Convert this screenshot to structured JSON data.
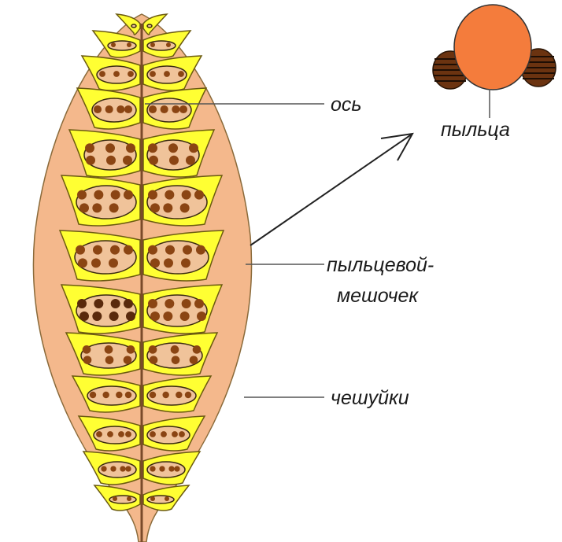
{
  "labels": {
    "axis": "ось",
    "pollen": "пыльца",
    "pollen_sac_line1": "пыльцевой-",
    "pollen_sac_line2": "мешочек",
    "scales": "чешуйки"
  },
  "colors": {
    "cone_body": "#f4b88c",
    "scale_fill": "#ffff33",
    "scale_outline": "#6b5a10",
    "sac_fill": "#f0c39a",
    "spore": "#8b4513",
    "spore_dark": "#5a2a0c",
    "axis": "#7a4a2a",
    "pollen_body": "#f47c3c",
    "pollen_wing": "#6b3310",
    "leader_line": "#555555"
  },
  "icons": {
    "pollen_grain": "pollen-grain-icon",
    "arrow": "arrow-icon"
  }
}
